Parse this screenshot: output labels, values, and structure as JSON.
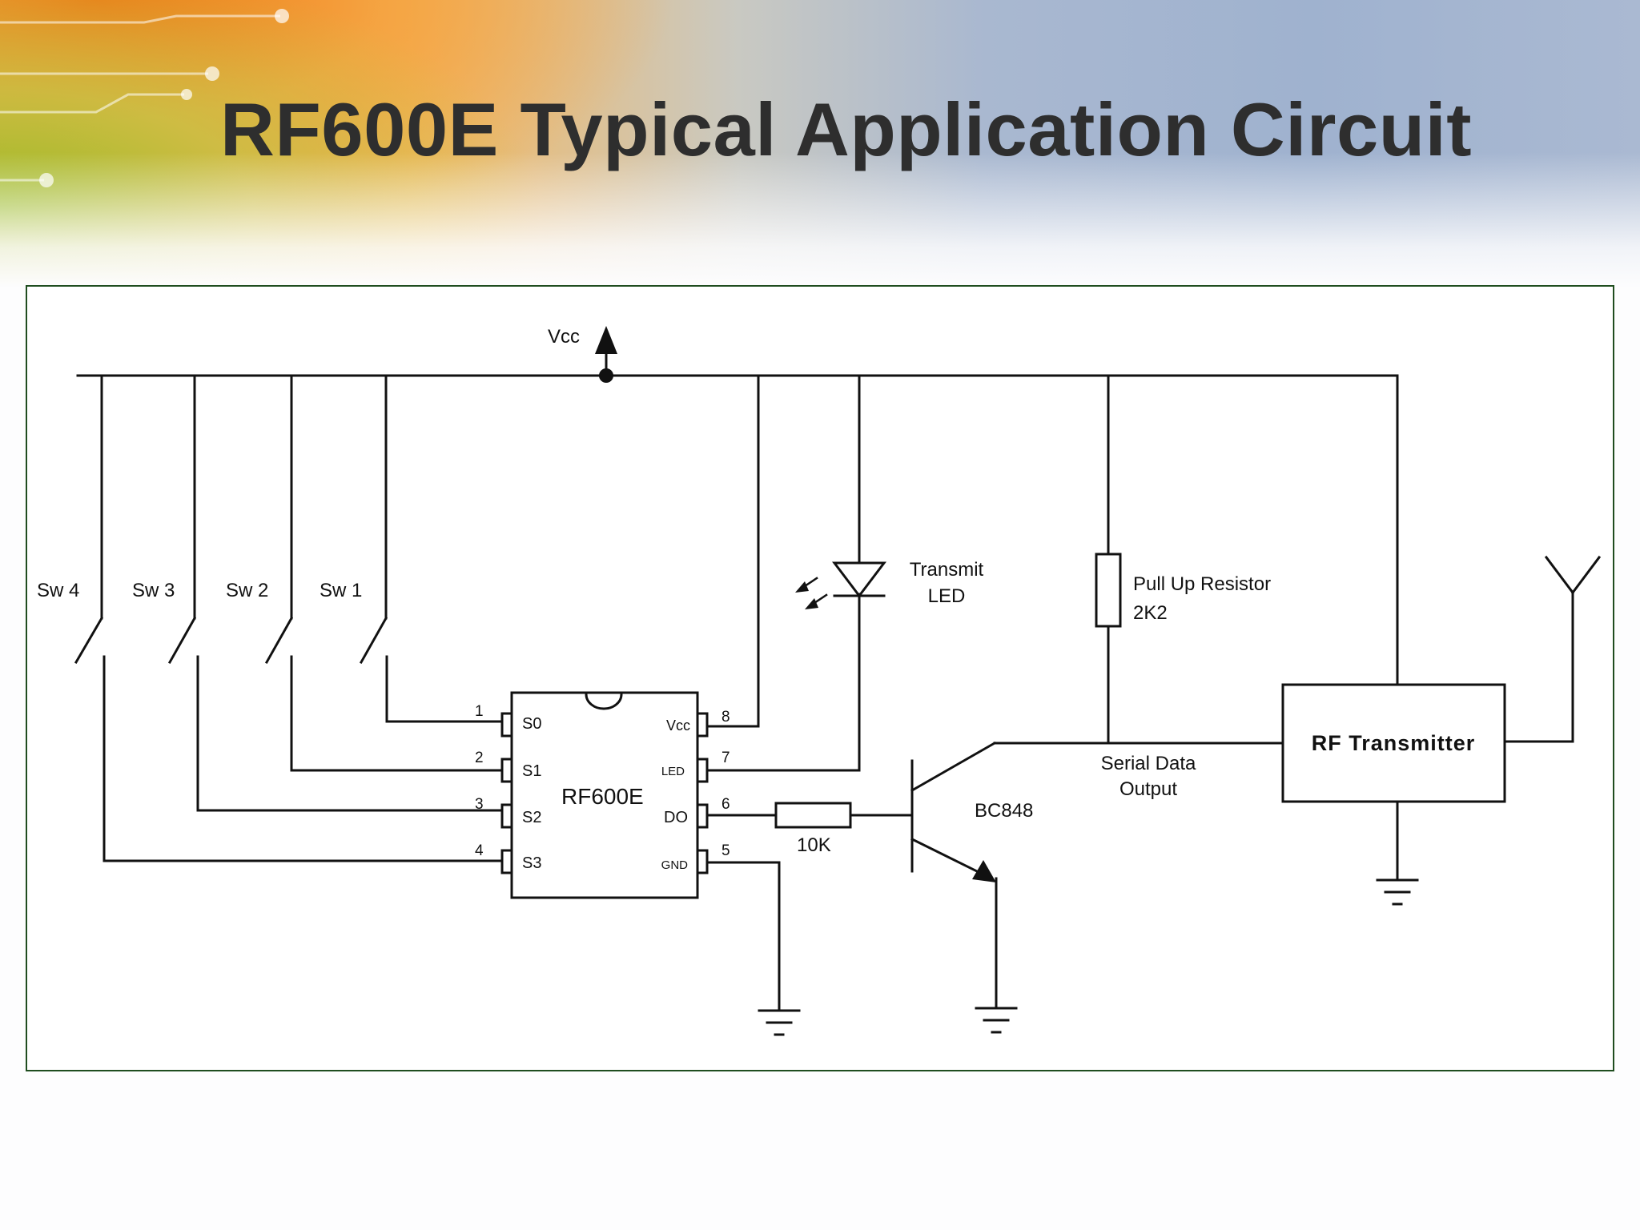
{
  "slide": {
    "title": "RF600E Typical Application Circuit"
  },
  "diagram": {
    "supply_label": "Vcc",
    "switches": [
      "Sw 4",
      "Sw 3",
      "Sw 2",
      "Sw 1"
    ],
    "ic": {
      "name": "RF600E",
      "left_pins": [
        {
          "number": "1",
          "label": "S0"
        },
        {
          "number": "2",
          "label": "S1"
        },
        {
          "number": "3",
          "label": "S2"
        },
        {
          "number": "4",
          "label": "S3"
        }
      ],
      "right_pins": [
        {
          "number": "8",
          "label": "Vcc"
        },
        {
          "number": "7",
          "label": "LED"
        },
        {
          "number": "6",
          "label": "DO"
        },
        {
          "number": "5",
          "label": "GND"
        }
      ]
    },
    "led": {
      "line1": "Transmit",
      "line2": "LED"
    },
    "pullup": {
      "line1": "Pull Up Resistor",
      "line2": "2K2"
    },
    "resistor": "10K",
    "transistor": "BC848",
    "serial": {
      "line1": "Serial Data",
      "line2": "Output"
    },
    "rf_module": "RF Transmitter"
  }
}
